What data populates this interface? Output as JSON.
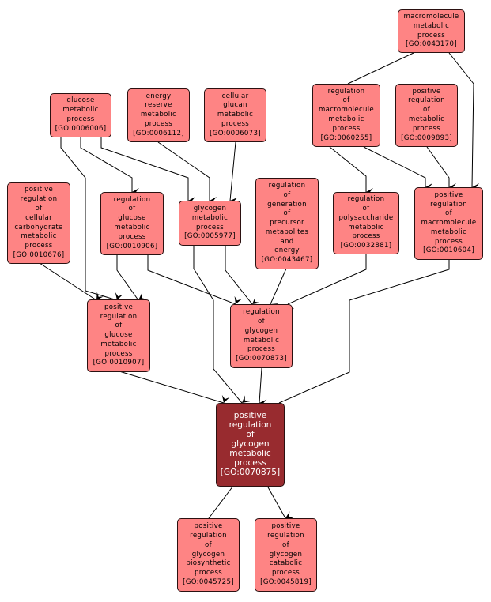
{
  "colors": {
    "node_fill": "#fe8484",
    "focus_fill": "#982b2f",
    "edge": "#000000"
  },
  "nodes": [
    {
      "id": "GO:0043170",
      "lines": [
        "macromolecule",
        "metabolic",
        "process",
        "[GO:0043170]"
      ]
    },
    {
      "id": "GO:0006006",
      "lines": [
        "glucose",
        "metabolic",
        "process",
        "[GO:0006006]"
      ]
    },
    {
      "id": "GO:0006112",
      "lines": [
        "energy",
        "reserve",
        "metabolic",
        "process",
        "[GO:0006112]"
      ]
    },
    {
      "id": "GO:0006073",
      "lines": [
        "cellular",
        "glucan",
        "metabolic",
        "process",
        "[GO:0006073]"
      ]
    },
    {
      "id": "GO:0060255",
      "lines": [
        "regulation",
        "of",
        "macromolecule",
        "metabolic",
        "process",
        "[GO:0060255]"
      ]
    },
    {
      "id": "GO:0009893",
      "lines": [
        "positive",
        "regulation",
        "of",
        "metabolic",
        "process",
        "[GO:0009893]"
      ]
    },
    {
      "id": "GO:0010676",
      "lines": [
        "positive",
        "regulation",
        "of",
        "cellular",
        "carbohydrate",
        "metabolic",
        "process",
        "[GO:0010676]"
      ]
    },
    {
      "id": "GO:0010906",
      "lines": [
        "regulation",
        "of",
        "glucose",
        "metabolic",
        "process",
        "[GO:0010906]"
      ]
    },
    {
      "id": "GO:0005977",
      "lines": [
        "glycogen",
        "metabolic",
        "process",
        "[GO:0005977]"
      ]
    },
    {
      "id": "GO:0043467",
      "lines": [
        "regulation",
        "of",
        "generation",
        "of",
        "precursor",
        "metabolites",
        "and",
        "energy",
        "[GO:0043467]"
      ]
    },
    {
      "id": "GO:0032881",
      "lines": [
        "regulation",
        "of",
        "polysaccharide",
        "metabolic",
        "process",
        "[GO:0032881]"
      ]
    },
    {
      "id": "GO:0010604",
      "lines": [
        "positive",
        "regulation",
        "of",
        "macromolecule",
        "metabolic",
        "process",
        "[GO:0010604]"
      ]
    },
    {
      "id": "GO:0010907",
      "lines": [
        "positive",
        "regulation",
        "of",
        "glucose",
        "metabolic",
        "process",
        "[GO:0010907]"
      ]
    },
    {
      "id": "GO:0070873",
      "lines": [
        "regulation",
        "of",
        "glycogen",
        "metabolic",
        "process",
        "[GO:0070873]"
      ]
    },
    {
      "id": "GO:0070875",
      "lines": [
        "positive",
        "regulation",
        "of",
        "glycogen",
        "metabolic",
        "process",
        "[GO:0070875]"
      ],
      "focus": true
    },
    {
      "id": "GO:0045725",
      "lines": [
        "positive",
        "regulation",
        "of",
        "glycogen",
        "biosynthetic",
        "process",
        "[GO:0045725]"
      ]
    },
    {
      "id": "GO:0045819",
      "lines": [
        "positive",
        "regulation",
        "of",
        "glycogen",
        "catabolic",
        "process",
        "[GO:0045819]"
      ]
    }
  ],
  "edges": [
    {
      "from": "GO:0043170",
      "to": "GO:0060255"
    },
    {
      "from": "GO:0043170",
      "to": "GO:0010604"
    },
    {
      "from": "GO:0060255",
      "to": "GO:0032881"
    },
    {
      "from": "GO:0060255",
      "to": "GO:0010604"
    },
    {
      "from": "GO:0009893",
      "to": "GO:0010604"
    },
    {
      "from": "GO:0006006",
      "to": "GO:0010906"
    },
    {
      "from": "GO:0006006",
      "to": "GO:0005977"
    },
    {
      "from": "GO:0006006",
      "to": "GO:0010907"
    },
    {
      "from": "GO:0006112",
      "to": "GO:0005977"
    },
    {
      "from": "GO:0006073",
      "to": "GO:0005977"
    },
    {
      "from": "GO:0010676",
      "to": "GO:0010907"
    },
    {
      "from": "GO:0010906",
      "to": "GO:0010907"
    },
    {
      "from": "GO:0010906",
      "to": "GO:0070873"
    },
    {
      "from": "GO:0005977",
      "to": "GO:0070873"
    },
    {
      "from": "GO:0005977",
      "to": "GO:0070875"
    },
    {
      "from": "GO:0043467",
      "to": "GO:0070873"
    },
    {
      "from": "GO:0032881",
      "to": "GO:0070873"
    },
    {
      "from": "GO:0010604",
      "to": "GO:0070875"
    },
    {
      "from": "GO:0010907",
      "to": "GO:0070875"
    },
    {
      "from": "GO:0070873",
      "to": "GO:0070875"
    },
    {
      "from": "GO:0070875",
      "to": "GO:0045725"
    },
    {
      "from": "GO:0070875",
      "to": "GO:0045819"
    }
  ]
}
